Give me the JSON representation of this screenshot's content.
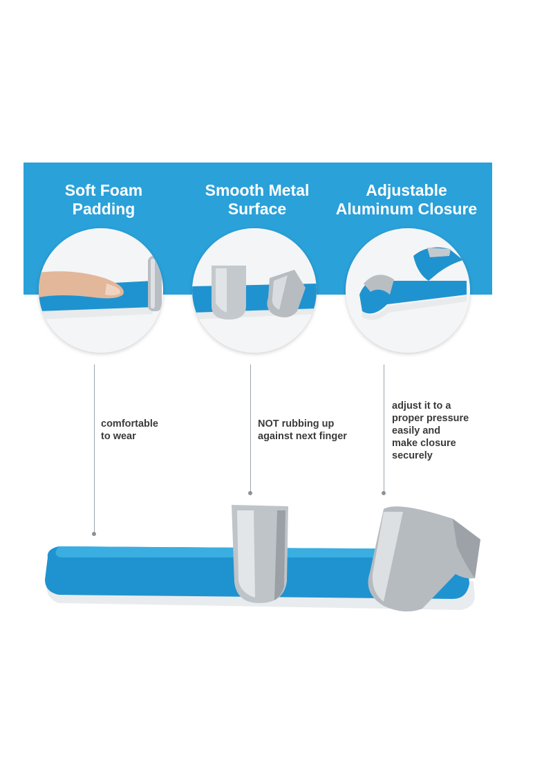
{
  "features": [
    {
      "title": "Soft Foam\nPadding"
    },
    {
      "title": "Smooth Metal\nSurface"
    },
    {
      "title": "Adjustable\nAluminum Closure"
    }
  ],
  "captions": [
    "comfortable\nto wear",
    "NOT rubbing up\nagainst next finger",
    "adjust it to a\nproper pressure\neasily and\nmake closure\nsecurely"
  ],
  "colors": {
    "banner": "#2aa1d9",
    "foam": "#1f93cf",
    "metal": "#b9bec3",
    "caption_text": "#3a3a3a"
  }
}
